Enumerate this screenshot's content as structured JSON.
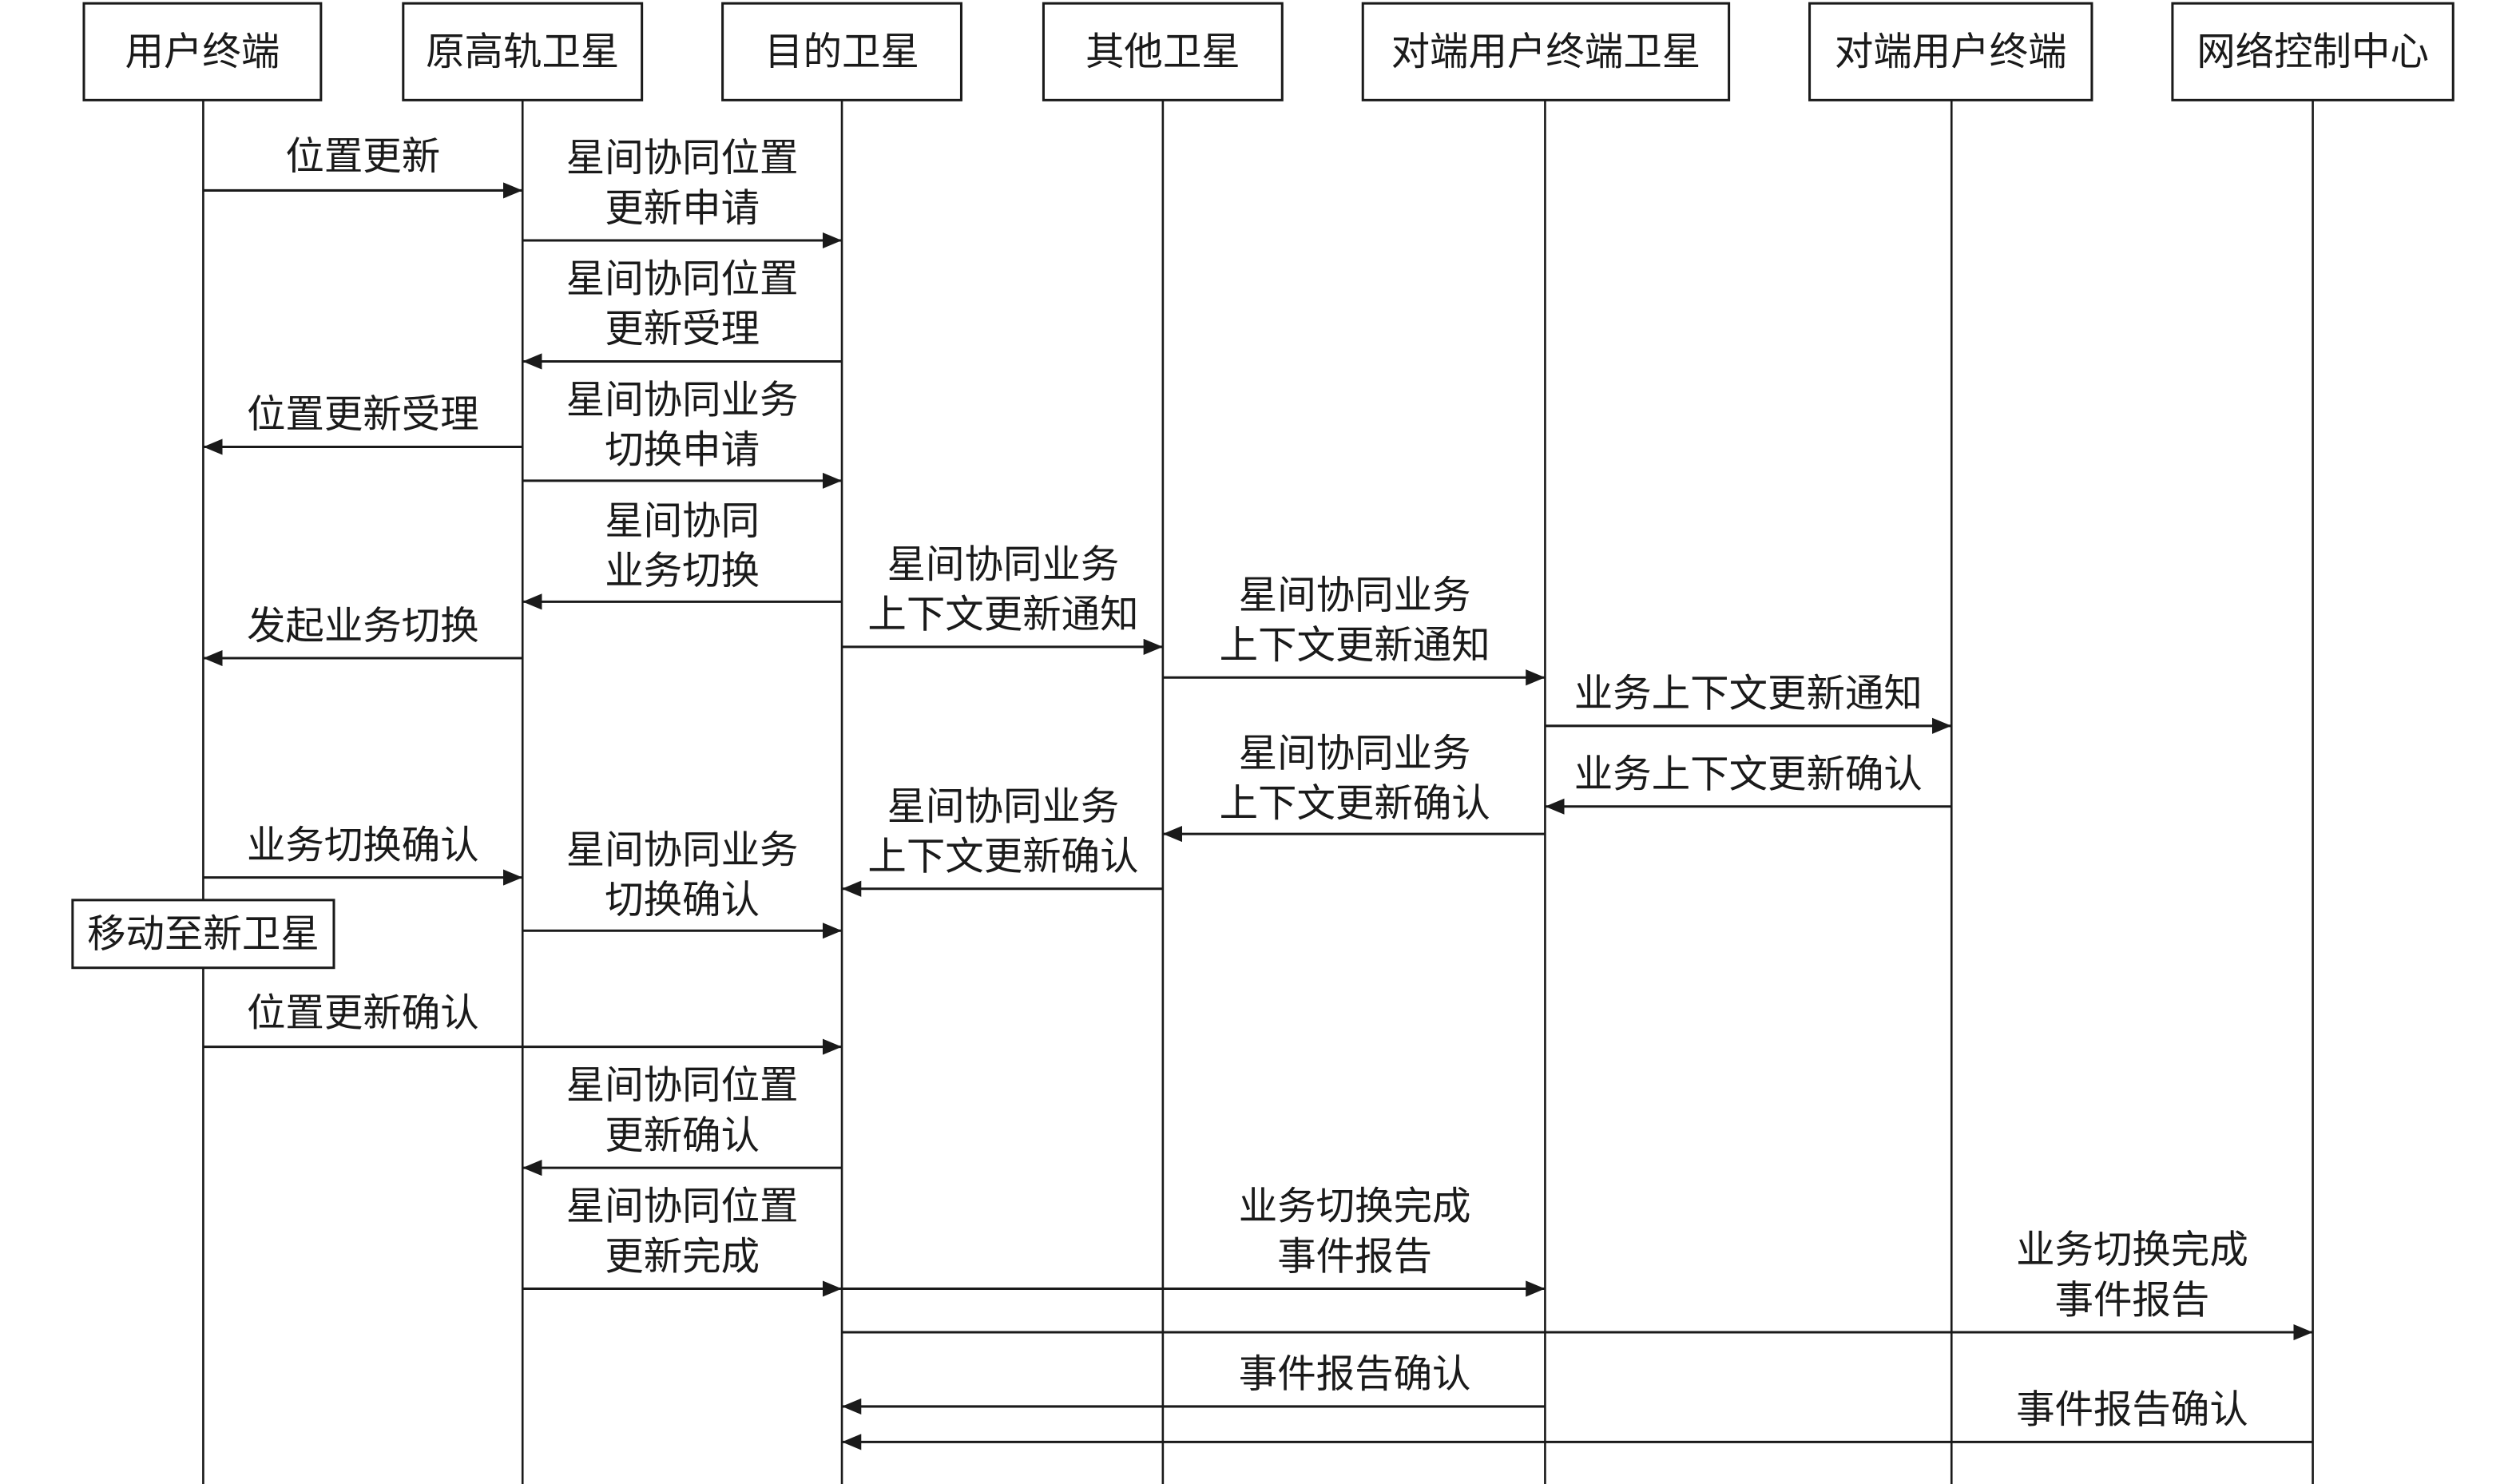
{
  "participants": [
    "用户终端",
    "原高轨卫星",
    "目的卫星",
    "其他卫星",
    "对端用户终端卫星",
    "对端用户终端",
    "网络控制中心"
  ],
  "note": "移动至新卫星",
  "messages": [
    {
      "from": 0,
      "to": 1,
      "label": [
        "位置更新"
      ]
    },
    {
      "from": 1,
      "to": 2,
      "label": [
        "星间协同位置",
        "更新申请"
      ]
    },
    {
      "from": 2,
      "to": 1,
      "label": [
        "星间协同位置",
        "更新受理"
      ]
    },
    {
      "from": 1,
      "to": 0,
      "label": [
        "位置更新受理"
      ]
    },
    {
      "from": 1,
      "to": 2,
      "label": [
        "星间协同业务",
        "切换申请"
      ]
    },
    {
      "from": 2,
      "to": 1,
      "label": [
        "星间协同",
        "业务切换"
      ]
    },
    {
      "from": 1,
      "to": 0,
      "label": [
        "发起业务切换"
      ]
    },
    {
      "from": 2,
      "to": 3,
      "label": [
        "星间协同业务",
        "上下文更新通知"
      ]
    },
    {
      "from": 3,
      "to": 4,
      "label": [
        "星间协同业务",
        "上下文更新通知"
      ]
    },
    {
      "from": 4,
      "to": 5,
      "label": [
        "业务上下文更新通知"
      ]
    },
    {
      "from": 5,
      "to": 4,
      "label": [
        "业务上下文更新确认"
      ]
    },
    {
      "from": 4,
      "to": 3,
      "label": [
        "星间协同业务",
        "上下文更新确认"
      ]
    },
    {
      "from": 3,
      "to": 2,
      "label": [
        "星间协同业务",
        "上下文更新确认"
      ]
    },
    {
      "from": 0,
      "to": 1,
      "label": [
        "业务切换确认"
      ]
    },
    {
      "from": 1,
      "to": 2,
      "label": [
        "星间协同业务",
        "切换确认"
      ]
    },
    {
      "from": 0,
      "to": 2,
      "label": [
        "位置更新确认"
      ]
    },
    {
      "from": 2,
      "to": 1,
      "label": [
        "星间协同位置",
        "更新确认"
      ]
    },
    {
      "from": 1,
      "to": 2,
      "label": [
        "星间协同位置",
        "更新完成"
      ]
    },
    {
      "from": 2,
      "to": 4,
      "label": [
        "业务切换完成",
        "事件报告"
      ]
    },
    {
      "from": 2,
      "to": 6,
      "label": [
        "业务切换完成",
        "事件报告"
      ]
    },
    {
      "from": 4,
      "to": 2,
      "label": [
        "事件报告确认"
      ]
    },
    {
      "from": 6,
      "to": 2,
      "label": [
        "事件报告确认"
      ]
    }
  ]
}
